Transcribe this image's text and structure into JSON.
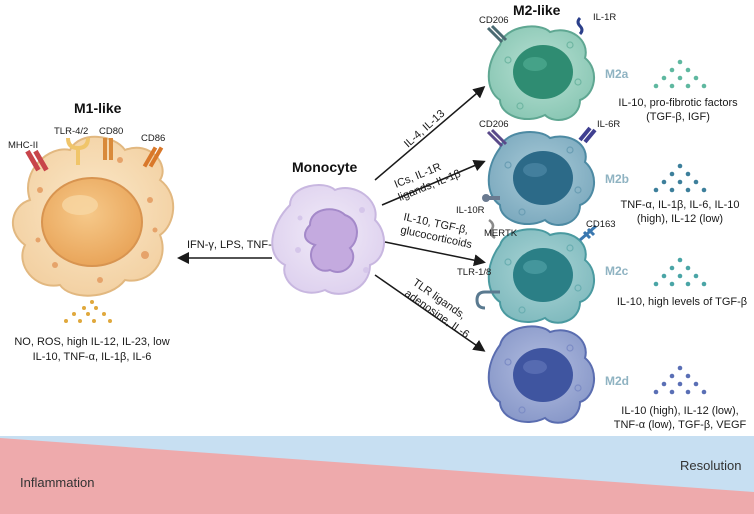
{
  "titles": {
    "m1": "M1-like",
    "monocyte": "Monocyte",
    "m2": "M2-like"
  },
  "m1": {
    "receptors": [
      "MHC-II",
      "TLR-4/2",
      "CD80",
      "CD86"
    ],
    "stimuli": "IFN-γ, LPS, TNF-α",
    "outputs": [
      "NO, ROS, high IL-12, IL-23, low",
      "IL-10, TNF-α, IL-1β, IL-6"
    ]
  },
  "m2": [
    {
      "subtype": "M2a",
      "stimuli": [
        "IL-4, IL-13"
      ],
      "receptors": [
        "CD206",
        "IL-1R"
      ],
      "outputs": [
        "IL-10, pro-fibrotic factors",
        "(TGF-β, IGF)"
      ],
      "color": "#5fb8a0"
    },
    {
      "subtype": "M2b",
      "stimuli": [
        "ICs,  IL-1R",
        "ligands, IL-1β"
      ],
      "receptors": [
        "CD206",
        "IL-6R",
        "IL-10R"
      ],
      "outputs": [
        "TNF-α,  IL-1β, IL-6, IL-10",
        "(high), IL-12 (low)"
      ],
      "color": "#3d7f9b"
    },
    {
      "subtype": "M2c",
      "stimuli": [
        "IL-10, TGF-β,",
        "glucocorticoids"
      ],
      "receptors": [
        "MERTK",
        "CD163",
        "TLR-1/8"
      ],
      "outputs": [
        "IL-10, high levels of TGF-β"
      ],
      "color": "#4aa5a6"
    },
    {
      "subtype": "M2d",
      "stimuli": [
        "TLR ligands,",
        "adenosine, IL-6"
      ],
      "receptors": [],
      "outputs": [
        "IL-10 (high), IL-12 (low),",
        "TNF-α (low), TGF-β, VEGF"
      ],
      "color": "#5a6fb5"
    }
  ],
  "bottom": {
    "left": "Inflammation",
    "right": "Resolution"
  },
  "colors": {
    "m1_cell": "#f5d9ac",
    "m1_nucleus": "#f0b56a",
    "monocyte_cell": "#e7dcf2",
    "monocyte_nucleus": "#c2a6de",
    "inflammation_band": "#eea7aa",
    "resolution_band": "#bcd9f0"
  }
}
